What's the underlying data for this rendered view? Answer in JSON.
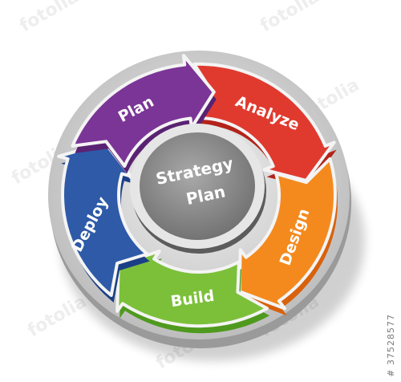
{
  "diagram": {
    "hub": {
      "line1": "Strategy",
      "line2": "Plan",
      "color": "#8d8d8d"
    },
    "segments": [
      {
        "id": "analyze",
        "label": "Analyze",
        "color": "#e03a2f",
        "dark": "#b3231b"
      },
      {
        "id": "design",
        "label": "Design",
        "color": "#f48a1e",
        "dark": "#d8620c"
      },
      {
        "id": "build",
        "label": "Build",
        "color": "#7cc03a",
        "dark": "#4f9a1e"
      },
      {
        "id": "deploy",
        "label": "Deploy",
        "color": "#2e5aa8",
        "dark": "#1b3f86"
      },
      {
        "id": "plan",
        "label": "Plan",
        "color": "#7b3596",
        "dark": "#5a2273"
      }
    ],
    "ring_color": "#cfcfcf"
  },
  "watermark": {
    "text": "# 37528577",
    "brand": "fotolia"
  }
}
